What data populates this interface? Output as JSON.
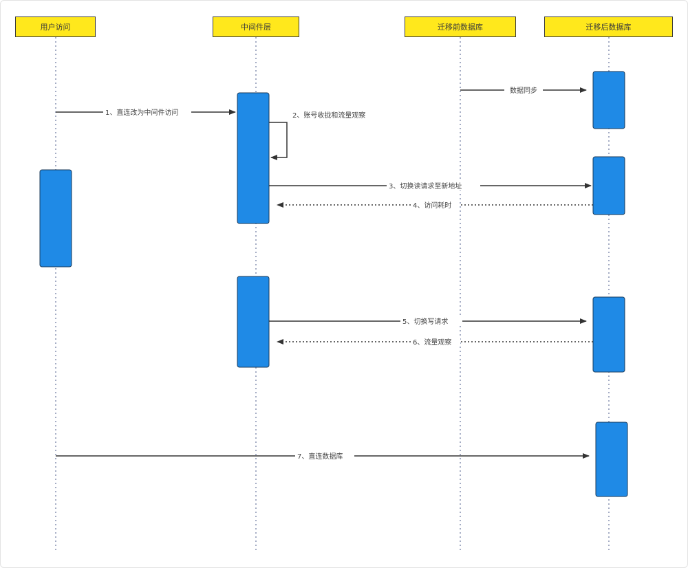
{
  "colors": {
    "actor_fill": "#ffe81c",
    "actor_border": "#3a3a3a",
    "activation_fill": "#1f8ae6",
    "activation_border": "#1a3a5a",
    "line": "#333333"
  },
  "actors": [
    {
      "id": "user",
      "label": "用户访问"
    },
    {
      "id": "middleware",
      "label": "中间件层"
    },
    {
      "id": "old_db",
      "label": "迁移前数据库"
    },
    {
      "id": "new_db",
      "label": "迁移后数据库"
    }
  ],
  "messages": [
    {
      "label": "数据同步",
      "from": "old_db",
      "to": "new_db",
      "style": "solid"
    },
    {
      "label": "1、直连改为中间件访问",
      "from": "user",
      "to": "middleware",
      "style": "solid"
    },
    {
      "label": "2、账号收拢和流量观察",
      "from": "middleware",
      "to": "middleware",
      "style": "self"
    },
    {
      "label": "3、切换读请求至新地址",
      "from": "middleware",
      "to": "new_db",
      "style": "solid"
    },
    {
      "label": "4、访问耗时",
      "from": "new_db",
      "to": "middleware",
      "style": "dotted"
    },
    {
      "label": "5、切换写请求",
      "from": "middleware",
      "to": "new_db",
      "style": "solid"
    },
    {
      "label": "6、流量观察",
      "from": "new_db",
      "to": "middleware",
      "style": "dotted"
    },
    {
      "label": "7、直连数据库",
      "from": "user",
      "to": "new_db",
      "style": "solid"
    }
  ]
}
